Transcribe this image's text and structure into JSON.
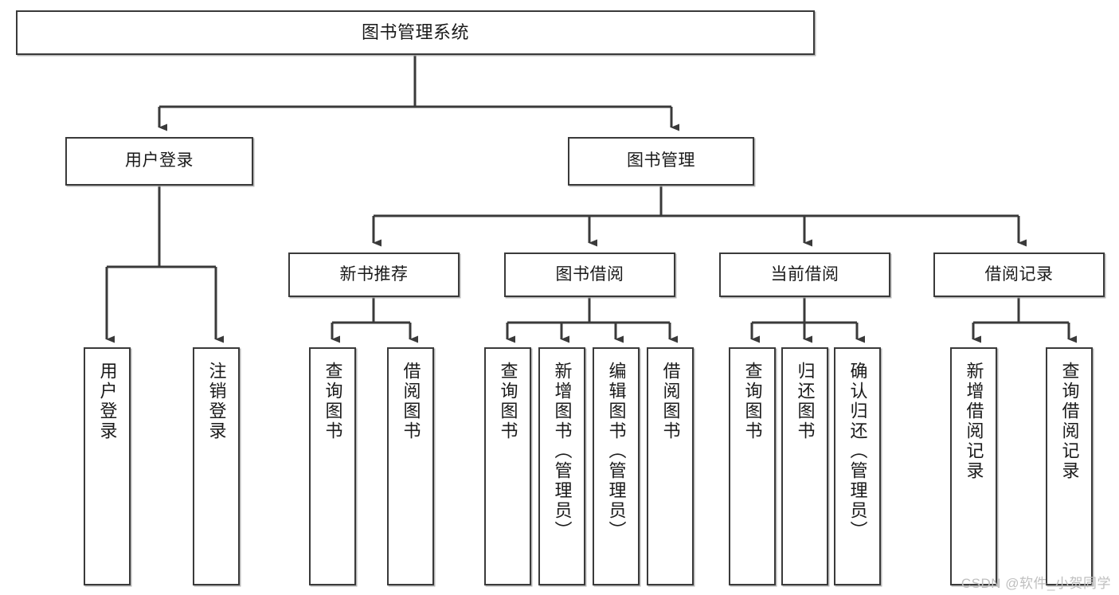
{
  "diagram": {
    "type": "tree",
    "title": "图书管理系统",
    "style": {
      "box_border_color": "#3a3a3a",
      "box_fill": "#ffffff",
      "line_color": "#3a3a3a",
      "text_color": "#1a1a1a",
      "background": "#ffffff",
      "watermark_color": "#bfbfbf"
    },
    "root": {
      "label": "图书管理系统"
    },
    "level1": [
      {
        "label": "用户登录"
      },
      {
        "label": "图书管理"
      }
    ],
    "level2": [
      {
        "label": "新书推荐"
      },
      {
        "label": "图书借阅"
      },
      {
        "label": "当前借阅"
      },
      {
        "label": "借阅记录"
      }
    ],
    "leaves": {
      "user_login": [
        {
          "label": "用户登录"
        },
        {
          "label": "注销登录"
        }
      ],
      "new_book_recommend": [
        {
          "label": "查询图书"
        },
        {
          "label": "借阅图书"
        }
      ],
      "book_borrow": [
        {
          "label": "查询图书"
        },
        {
          "label": "新增图书（管理员）"
        },
        {
          "label": "编辑图书（管理员）"
        },
        {
          "label": "借阅图书"
        }
      ],
      "current_borrow": [
        {
          "label": "查询图书"
        },
        {
          "label": "归还图书"
        },
        {
          "label": "确认归还（管理员）"
        }
      ],
      "borrow_record": [
        {
          "label": "新增借阅记录"
        },
        {
          "label": "查询借阅记录"
        }
      ]
    }
  },
  "watermark": {
    "text": "CSDN @软件_小贺同学"
  }
}
